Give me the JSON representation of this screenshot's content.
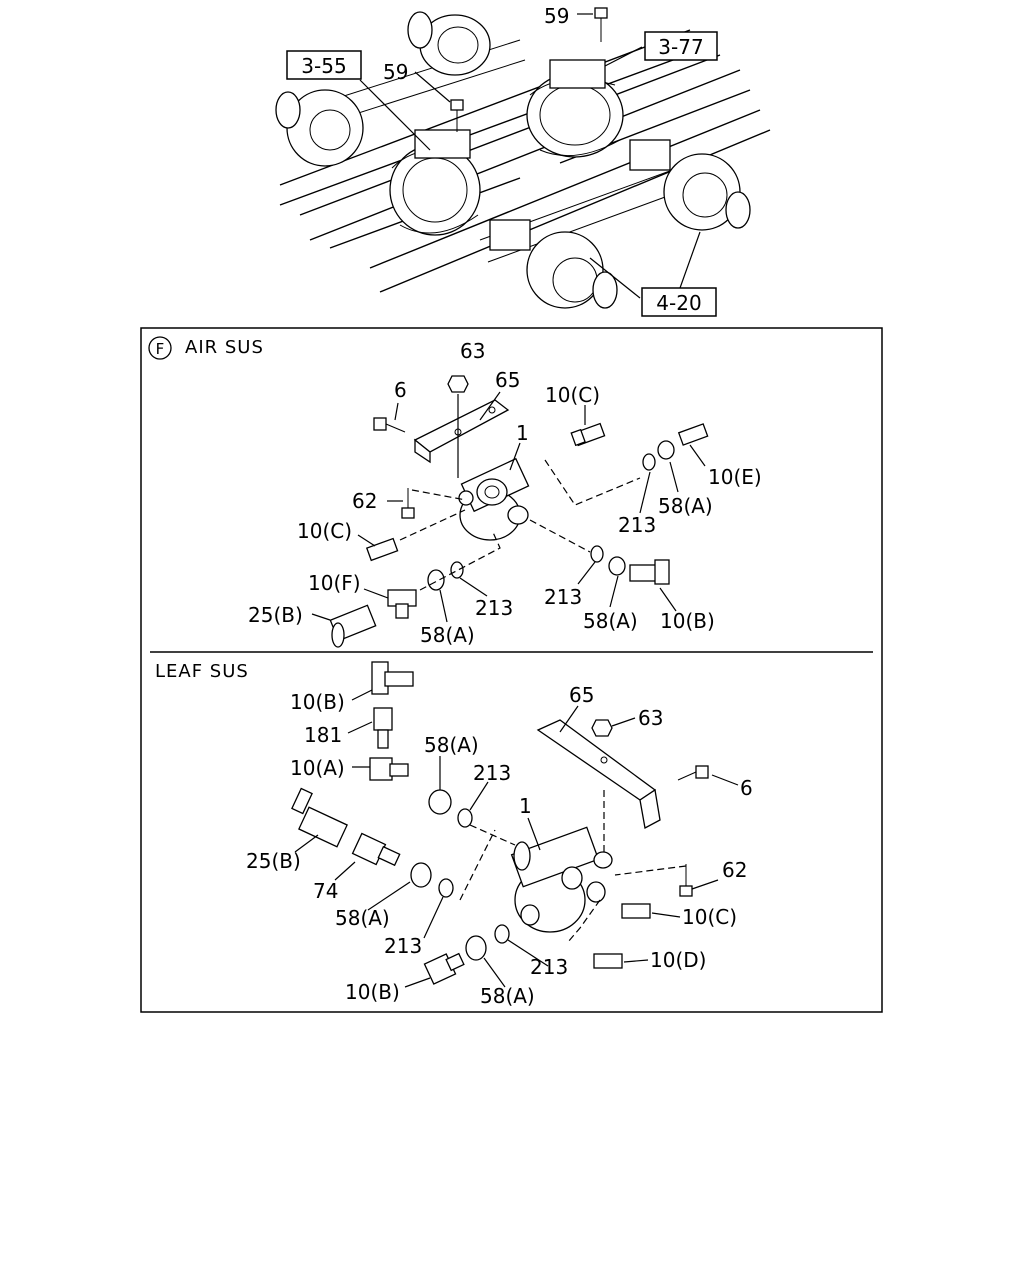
{
  "refs": {
    "r355": "3-55",
    "r377": "3-77",
    "r420": "4-20"
  },
  "top": {
    "c59a": "59",
    "c59b": "59"
  },
  "air": {
    "title_mark": "F",
    "title": "AIR SUS",
    "c63": "63",
    "c65": "65",
    "c6": "6",
    "c10c_a": "10(C)",
    "c1": "1",
    "c62": "62",
    "c10c_b": "10(C)",
    "c10e": "10(E)",
    "c58a_1": "58(A)",
    "c213_1": "213",
    "c10f": "10(F)",
    "c25b": "25(B)",
    "c58a_2": "58(A)",
    "c213_2": "213",
    "c213_3": "213",
    "c58a_3": "58(A)",
    "c10b": "10(B)"
  },
  "leaf": {
    "title": "LEAF SUS",
    "c10b_a": "10(B)",
    "c181": "181",
    "c58a_1": "58(A)",
    "c10a": "10(A)",
    "c213_1": "213",
    "c65": "65",
    "c63": "63",
    "c6": "6",
    "c1": "1",
    "c25b": "25(B)",
    "c74": "74",
    "c62": "62",
    "c58a_2": "58(A)",
    "c10c": "10(C)",
    "c213_2": "213",
    "c213_3": "213",
    "c10d": "10(D)",
    "c10b_b": "10(B)",
    "c58a_3": "58(A)"
  }
}
